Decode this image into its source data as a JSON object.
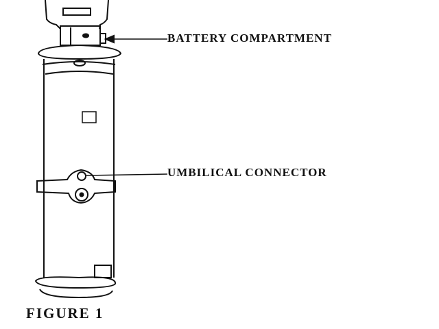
{
  "labels": {
    "battery_compartment": "BATTERY COMPARTMENT",
    "umbilical_connector": "UMBILICAL CONNECTOR"
  },
  "caption": "FIGURE 1"
}
